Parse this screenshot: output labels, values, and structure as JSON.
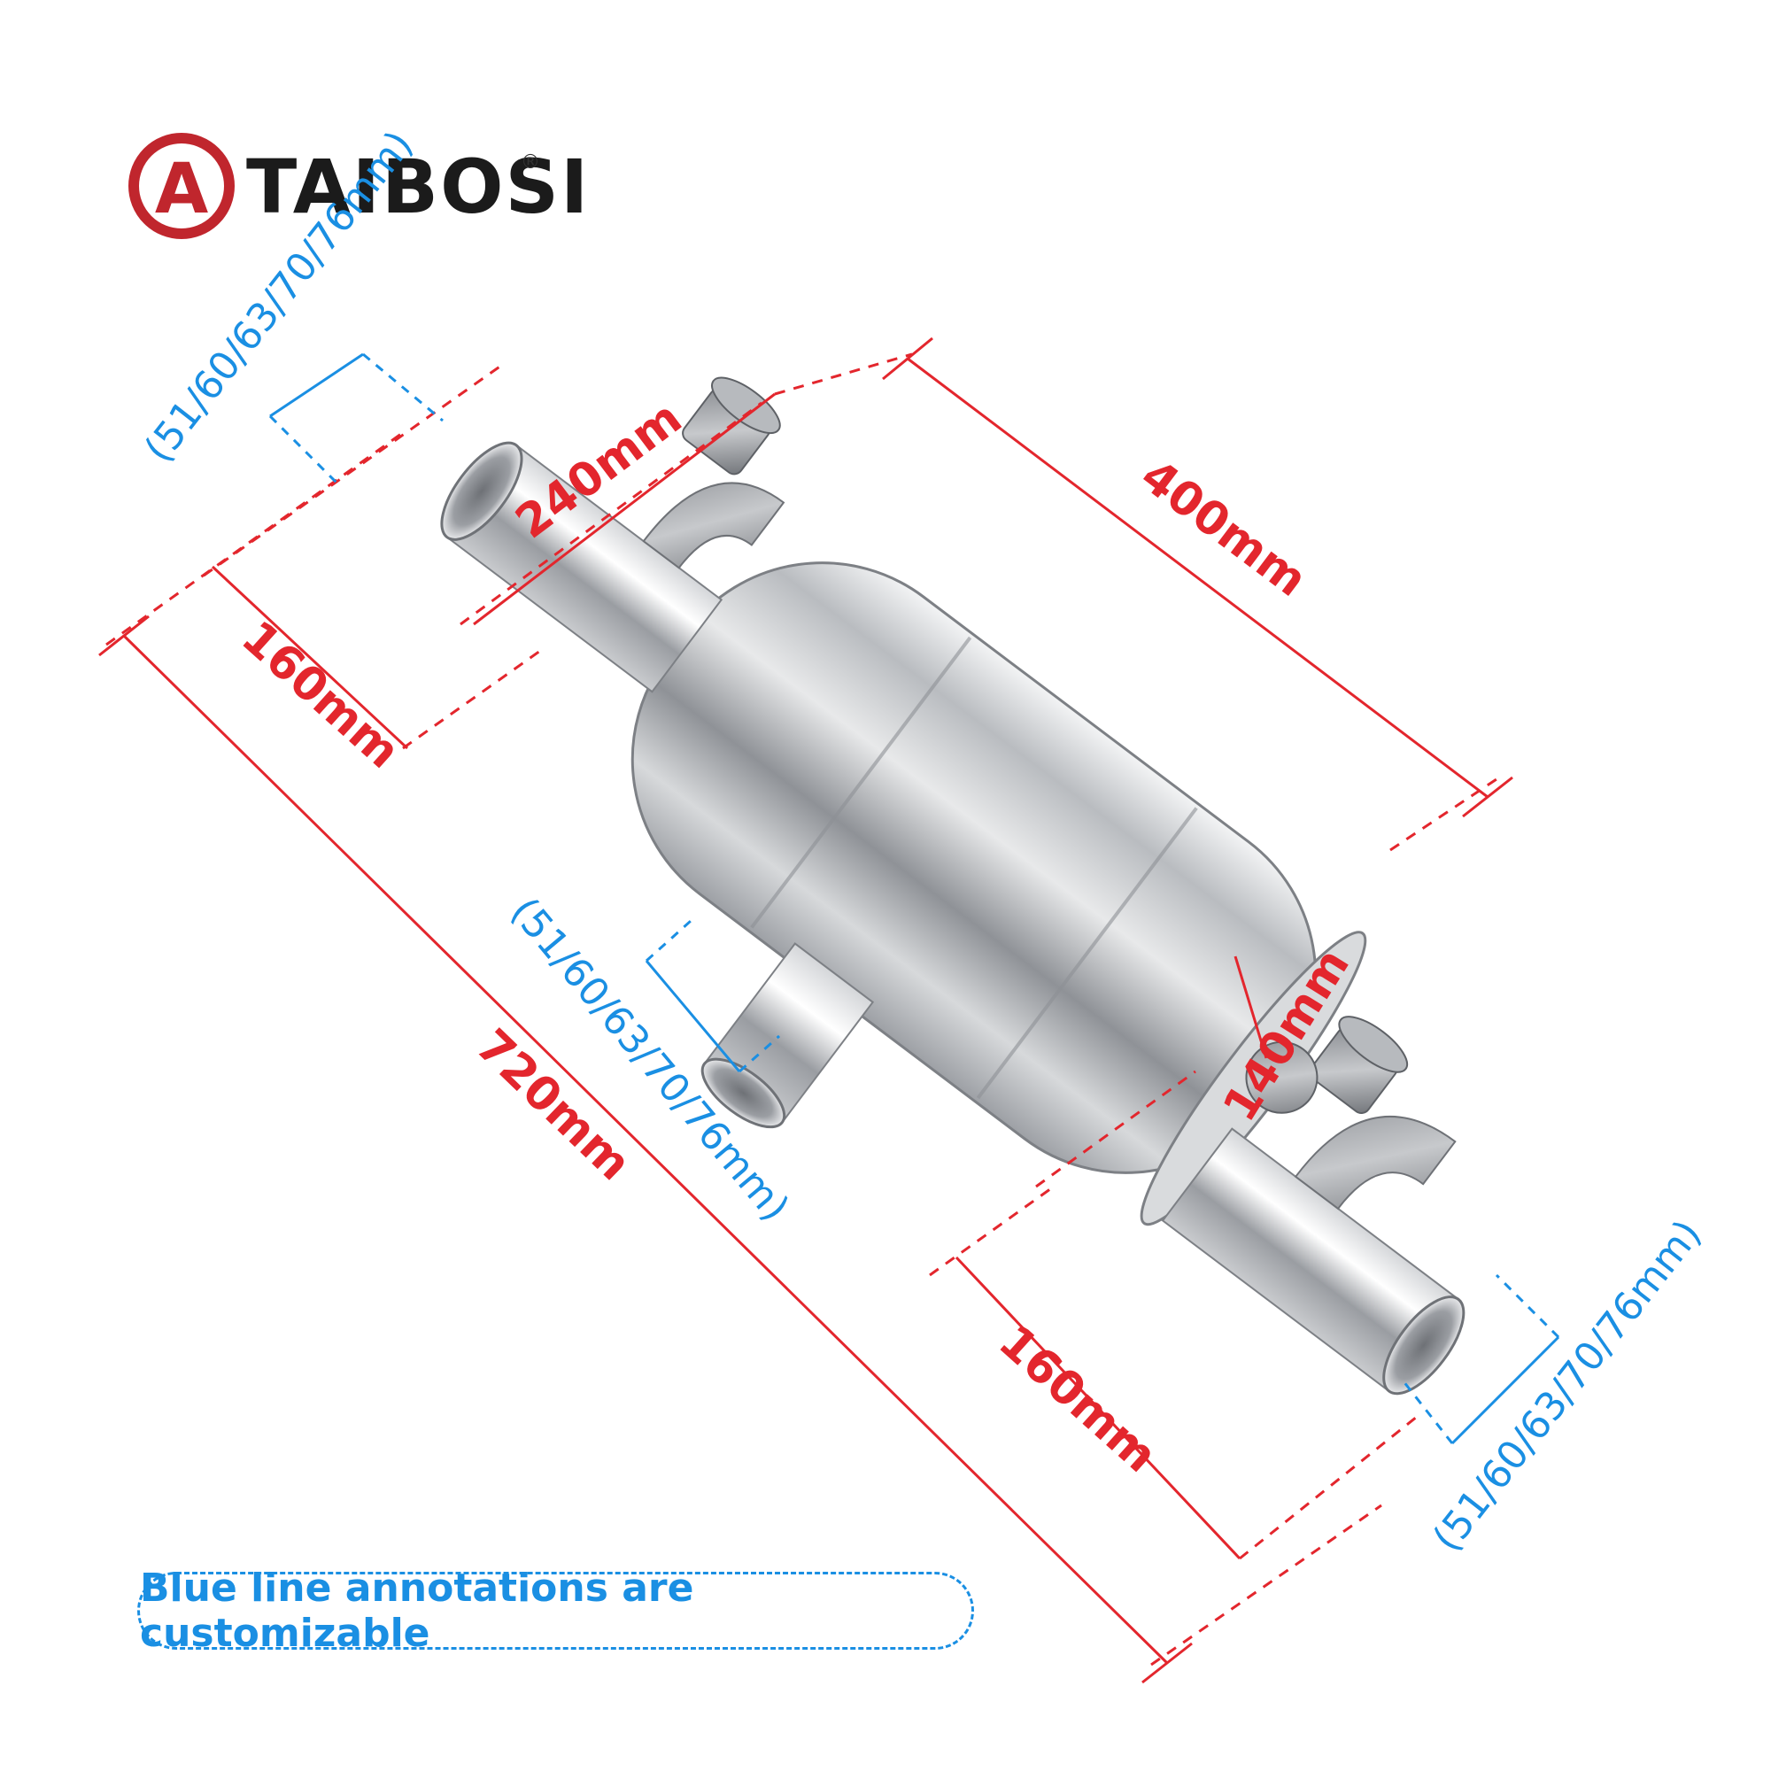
{
  "brand": {
    "name": "TAIBOSI",
    "registered_mark": "®",
    "logo_letter": "A"
  },
  "dimensions": {
    "overall_length": "720mm",
    "body_length": "400mm",
    "body_width": "240mm",
    "inlet_offset": "160mm",
    "outlet_offset": "160mm",
    "outlet_spacing": "140mm",
    "pipe_diameter_top": "(51/60/63/70/76mm)",
    "pipe_diameter_side": "(51/60/63/70/76mm)",
    "pipe_diameter_bottom": "(51/60/63/70/76mm)"
  },
  "note": {
    "text": "Blue line annotations are customizable"
  },
  "colors": {
    "red_annotation": "#e3262d",
    "blue_annotation": "#1a8fe3",
    "steel": "#c9ccd0"
  }
}
